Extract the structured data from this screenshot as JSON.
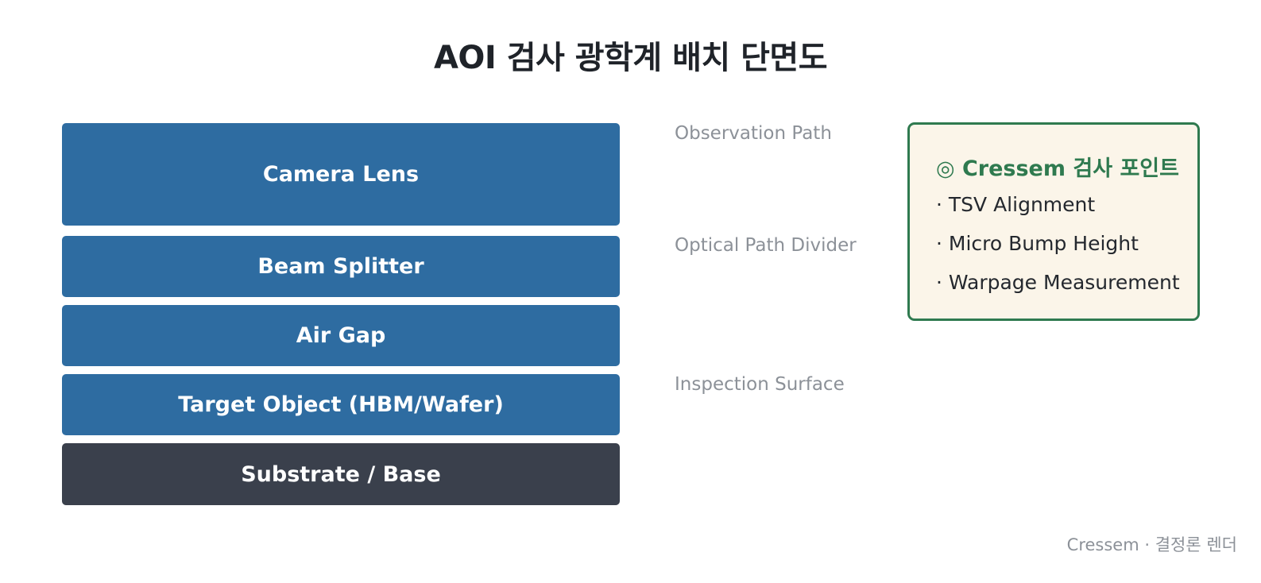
{
  "title": "AOI 검사 광학계 배치 단면도",
  "layers": [
    {
      "label": "Camera Lens",
      "color": "#2e6ca1"
    },
    {
      "label": "Beam Splitter",
      "color": "#2e6ca1"
    },
    {
      "label": "Air Gap",
      "color": "#2e6ca1"
    },
    {
      "label": "Target Object (HBM/Wafer)",
      "color": "#2e6ca1"
    },
    {
      "label": "Substrate / Base",
      "color": "#3a404c"
    }
  ],
  "annotations": [
    "Observation Path",
    "Optical Path Divider",
    "Inspection Surface"
  ],
  "panel": {
    "title": "◎ Cressem 검사 포인트",
    "items": [
      "· TSV Alignment",
      "· Micro Bump Height",
      "· Warpage Measurement"
    ],
    "border_color": "#2f7a4f",
    "background_color": "#fbf5e9"
  },
  "footer": "Cressem · 결정론 렌더"
}
